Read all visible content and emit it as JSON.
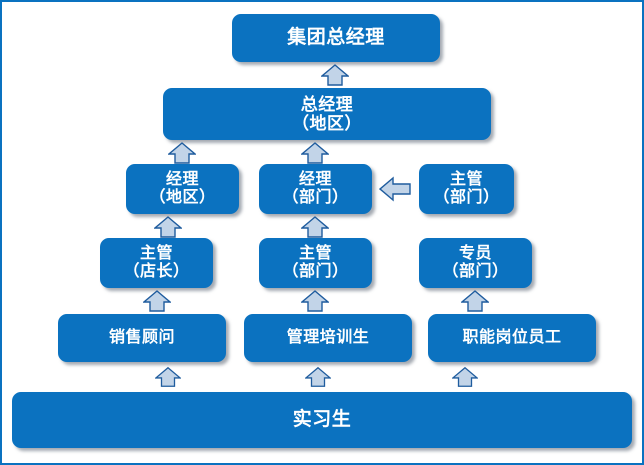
{
  "diagram": {
    "type": "org-chart-pyramid",
    "title_text_present": false,
    "colors": {
      "node_fill": "#0b72c0",
      "node_text": "#ffffff",
      "arrow_fill": "#c2d4e8",
      "arrow_stroke": "#1f5c9e",
      "frame_border": "#0a72c0",
      "background": "#ffffff"
    },
    "levels": [
      {
        "level": 1,
        "nodes": [
          {
            "id": "n_group_gm",
            "line1": "集团总经理",
            "line2": ""
          }
        ]
      },
      {
        "level": 2,
        "nodes": [
          {
            "id": "n_gm_region",
            "line1": "总经理",
            "line2": "（地区）"
          }
        ]
      },
      {
        "level": 3,
        "nodes": [
          {
            "id": "n_mgr_region",
            "line1": "经理",
            "line2": "（地区）"
          },
          {
            "id": "n_mgr_dept",
            "line1": "经理",
            "line2": "（部门）"
          },
          {
            "id": "n_sup_dept_top",
            "line1": "主管",
            "line2": "（部门）"
          }
        ]
      },
      {
        "level": 4,
        "nodes": [
          {
            "id": "n_sup_store",
            "line1": "主管",
            "line2": "（店长）"
          },
          {
            "id": "n_sup_dept",
            "line1": "主管",
            "line2": "（部门）"
          },
          {
            "id": "n_spec_dept",
            "line1": "专员",
            "line2": "（部门）"
          }
        ]
      },
      {
        "level": 5,
        "nodes": [
          {
            "id": "n_sales",
            "line1": "销售顾问",
            "line2": ""
          },
          {
            "id": "n_mgmt_trainee",
            "line1": "管理培训生",
            "line2": ""
          },
          {
            "id": "n_func_staff",
            "line1": "职能岗位员工",
            "line2": ""
          }
        ]
      },
      {
        "level": 6,
        "nodes": [
          {
            "id": "n_intern",
            "line1": "实习生",
            "line2": ""
          }
        ]
      }
    ],
    "arrows": [
      {
        "id": "a_l2_to_l1",
        "direction": "up",
        "icon": "arrow-up-icon"
      },
      {
        "id": "a_l3a_to_l2",
        "direction": "up",
        "icon": "arrow-up-icon"
      },
      {
        "id": "a_l3b_to_l2",
        "direction": "up",
        "icon": "arrow-up-icon"
      },
      {
        "id": "a_l3c_to_l3b",
        "direction": "left",
        "icon": "arrow-left-icon"
      },
      {
        "id": "a_l4a_to_l3a",
        "direction": "up",
        "icon": "arrow-up-icon"
      },
      {
        "id": "a_l4b_to_l3b",
        "direction": "up",
        "icon": "arrow-up-icon"
      },
      {
        "id": "a_l5a_to_l4a",
        "direction": "up",
        "icon": "arrow-up-icon"
      },
      {
        "id": "a_l5b_to_l4b",
        "direction": "up",
        "icon": "arrow-up-icon"
      },
      {
        "id": "a_l5c_to_l4c",
        "direction": "up",
        "icon": "arrow-up-icon"
      },
      {
        "id": "a_l6_to_l5a",
        "direction": "up",
        "icon": "arrow-up-icon"
      },
      {
        "id": "a_l6_to_l5b",
        "direction": "up",
        "icon": "arrow-up-icon"
      },
      {
        "id": "a_l6_to_l5c",
        "direction": "up",
        "icon": "arrow-up-icon"
      }
    ]
  }
}
